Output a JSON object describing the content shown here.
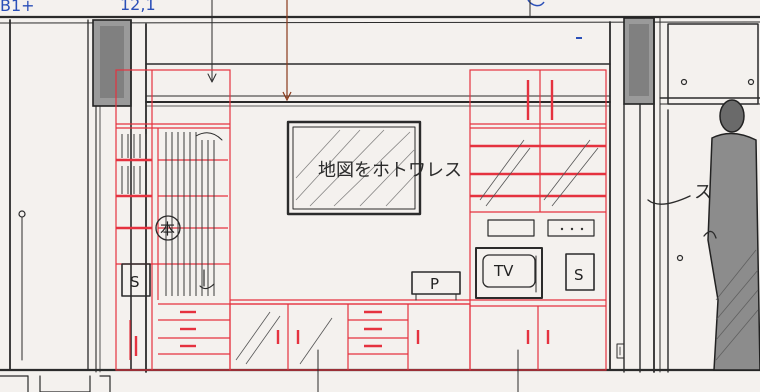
{
  "labels": {
    "top_left_fragment": "B1+",
    "top_dimension_fragment": "12,1",
    "map_text": "地図をホトワレス",
    "hon_symbol": "本",
    "s_left": "S",
    "p_label": "P",
    "tv_label": "TV",
    "s_right": "S",
    "ski_text": "スキー"
  },
  "colors": {
    "ink": "#2b2b2b",
    "red_outline": "#e5323f",
    "blue_note": "#2a4fb8",
    "paper": "#f4f1ee"
  }
}
